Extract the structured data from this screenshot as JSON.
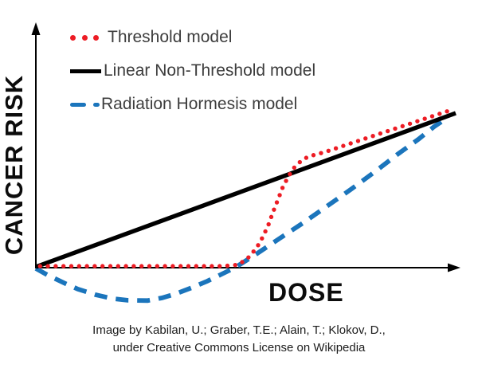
{
  "figure": {
    "y_axis_label": "CANCER RISK",
    "x_axis_label": "DOSE",
    "caption_line1": "Image by Kabilan, U.; Graber, T.E.; Alain, T.; Klokov, D.,",
    "caption_line2": "under Creative Commons License on Wikipedia"
  },
  "legend": {
    "items": [
      {
        "label": "Threshold model",
        "marker": "red-dots",
        "color": "#ed1c24"
      },
      {
        "label": "Linear Non-Threshold model",
        "marker": "black-solid-line",
        "color": "#000000"
      },
      {
        "label": "Radiation Hormesis model",
        "marker": "blue-dashes",
        "color": "#1b75bc"
      }
    ]
  },
  "colors": {
    "threshold_red": "#ed1c24",
    "lnt_black": "#000000",
    "hormesis_blue": "#1b75bc",
    "legend_text": "#3d3d3d",
    "background": "#ffffff"
  },
  "chart_data": {
    "type": "line",
    "title": "",
    "xlabel": "DOSE",
    "ylabel": "CANCER RISK",
    "xlim": [
      0,
      100
    ],
    "ylim": [
      -25,
      105
    ],
    "grid": false,
    "tick_labels": "none (conceptual axes with arrowheads)",
    "legend_position": "top-left",
    "series": [
      {
        "name": "Radiation Hormesis model",
        "color": "#1b75bc",
        "line_style": "dashed",
        "description": "dips below zero risk at low dose, returns to zero near mid dose, then rises nearly linearly to rejoin the linear model at high dose",
        "points": [
          [
            0,
            -0.5
          ],
          [
            3,
            -5
          ],
          [
            6.6,
            -9.7
          ],
          [
            10,
            -13.8
          ],
          [
            14.2,
            -17.4
          ],
          [
            18,
            -19.8
          ],
          [
            21.8,
            -21
          ],
          [
            26.6,
            -21.2
          ],
          [
            30,
            -19.5
          ],
          [
            33.2,
            -16.9
          ],
          [
            37,
            -13
          ],
          [
            40.8,
            -8.7
          ],
          [
            44,
            -4.5
          ],
          [
            47.4,
            0
          ],
          [
            52.2,
            8.2
          ],
          [
            57.9,
            18.5
          ],
          [
            63.6,
            28.7
          ],
          [
            69.3,
            39.5
          ],
          [
            75,
            50.3
          ],
          [
            80.6,
            61.5
          ],
          [
            86.3,
            73.3
          ],
          [
            91.1,
            82.6
          ],
          [
            94.9,
            90.8
          ],
          [
            97.7,
            95.9
          ]
        ]
      },
      {
        "name": "Linear Non-Threshold model",
        "color": "#000000",
        "line_style": "solid",
        "description": "straight line from origin, risk proportional to dose",
        "points": [
          [
            0,
            0.5
          ],
          [
            100,
            99.5
          ]
        ]
      },
      {
        "name": "Threshold model",
        "color": "#ed1c24",
        "line_style": "dotted",
        "description": "zero risk until a threshold dose (~48% of axis), then steep sigmoid rise joining the linear model",
        "points": [
          [
            1,
            1
          ],
          [
            10,
            1
          ],
          [
            20,
            1
          ],
          [
            30,
            1
          ],
          [
            40,
            1
          ],
          [
            44,
            1
          ],
          [
            47,
            1.5
          ],
          [
            48.4,
            2.1
          ],
          [
            50.7,
            6.7
          ],
          [
            52.6,
            12.8
          ],
          [
            54.1,
            20
          ],
          [
            55.4,
            27.7
          ],
          [
            56.5,
            35.9
          ],
          [
            57.7,
            44.1
          ],
          [
            58.8,
            51.8
          ],
          [
            60.2,
            59
          ],
          [
            61.7,
            65.1
          ],
          [
            63.4,
            69.2
          ],
          [
            65.1,
            71.8
          ],
          [
            67,
            73
          ],
          [
            70,
            75.5
          ],
          [
            75,
            80
          ],
          [
            80,
            84.5
          ],
          [
            85,
            89
          ],
          [
            90,
            93.5
          ],
          [
            95,
            98
          ],
          [
            99.5,
            102
          ]
        ]
      }
    ]
  }
}
